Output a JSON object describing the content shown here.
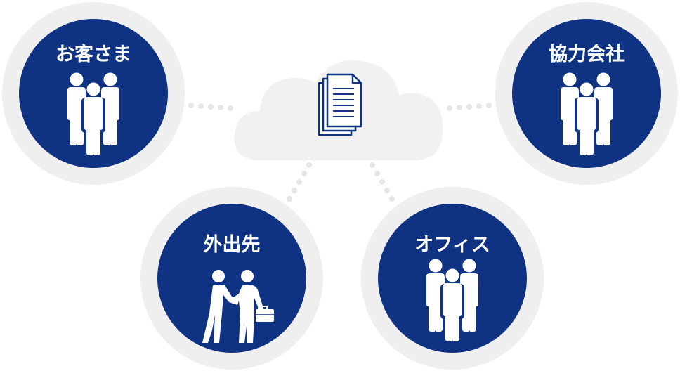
{
  "diagram": {
    "colors": {
      "node_fill": "#0f3382",
      "ring": "#efefef",
      "cloud": "#f1f1f1",
      "dots": "#e6e6e6",
      "icon": "#ffffff"
    },
    "hub": {
      "shape": "cloud",
      "icon": "documents-icon"
    },
    "nodes": [
      {
        "id": "customers",
        "label": "お客さま",
        "icon": "group-people-icon"
      },
      {
        "id": "partners",
        "label": "協力会社",
        "icon": "group-people-icon"
      },
      {
        "id": "outside",
        "label": "外出先",
        "icon": "handshake-businessman-icon"
      },
      {
        "id": "office",
        "label": "オフィス",
        "icon": "group-people-icon"
      }
    ],
    "connections": [
      "customers",
      "partners",
      "outside",
      "office"
    ]
  }
}
